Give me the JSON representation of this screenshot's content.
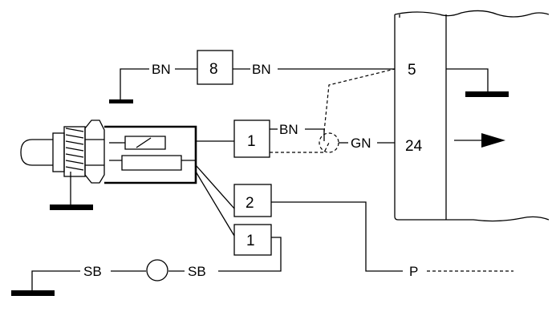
{
  "labels": {
    "wire_bn_1": "BN",
    "wire_bn_2": "BN",
    "wire_bn_3": "BN",
    "wire_gn": "GN",
    "wire_sb_1": "SB",
    "wire_sb_2": "SB",
    "wire_p": "P"
  },
  "connectors": {
    "top": "8",
    "mid": "1",
    "lower_a": "2",
    "lower_b": "1"
  },
  "ecu_pins": {
    "pin_a": "5",
    "pin_b": "24"
  }
}
